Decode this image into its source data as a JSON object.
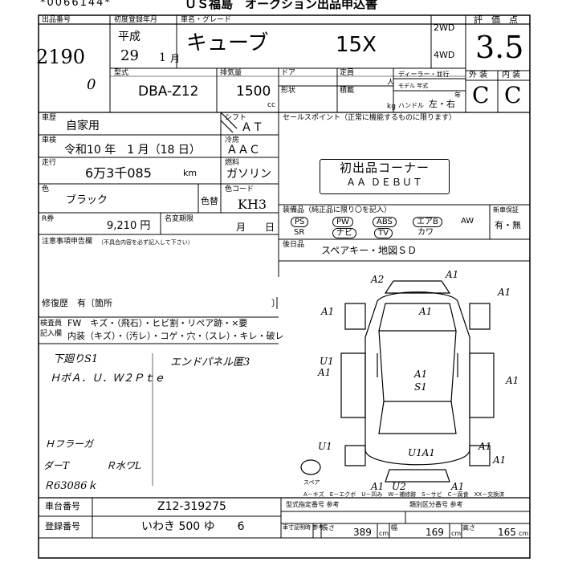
{
  "header": {
    "barcode_num": "*0066144*",
    "title_fragment": "ＵＳ福島　オークション出品申込書"
  },
  "lot": {
    "label": "出品番号",
    "number": "2190",
    "zero": "0"
  },
  "registration": {
    "label": "初度登録年月",
    "era": "平成",
    "year": "29",
    "month": "1",
    "month_unit": "月"
  },
  "car": {
    "name_label": "車名・グレード",
    "name": "キューブ",
    "grade": "15X",
    "drive_2wd": "2WD",
    "drive_4wd": "4WD"
  },
  "score": {
    "label": "評　価　点",
    "value": "3.5",
    "exterior_label": "外 装",
    "interior_label": "内 装",
    "exterior": "C",
    "interior": "C"
  },
  "model": {
    "label": "型式",
    "value": "DBA-Z12",
    "cc_label": "排気量",
    "cc_value": "1500",
    "cc_unit": "cc",
    "door_label": "ドア",
    "shape_label": "形状",
    "capacity_label": "定員",
    "capacity_unit": "人",
    "load_label": "積載",
    "load_unit": "kg",
    "dealer_label": "ディーラー・並行",
    "model_year_label": "モデル 年式",
    "year_unit": "年",
    "handle_label": "ハンドル",
    "handle_value": "左・右"
  },
  "usage": {
    "label": "車歴",
    "value": "自家用"
  },
  "shift": {
    "label": "シフト",
    "value": "ＡＴ"
  },
  "inspection": {
    "label": "車検",
    "value": "令和10 年　1 月（18 日）"
  },
  "aircon": {
    "label": "冷房",
    "value": "ＡＡＣ"
  },
  "mileage": {
    "label": "走行",
    "value": "6万3千085",
    "unit": "km"
  },
  "fuel": {
    "label": "燃料",
    "value": "ガソリン"
  },
  "color": {
    "label": "色",
    "value": "ブラック",
    "change_label": "色替",
    "code_label": "色コード",
    "code_value": "KH3"
  },
  "sales_point": {
    "label": "セールスポイント（正常に機能するものに限ります）",
    "stamp_line1": "初出品コーナー",
    "stamp_line2": "ＡＡ ＤＥＢＵＴ"
  },
  "recycle": {
    "label": "R券",
    "value": "9,210 円",
    "deposit_label": "名変期限",
    "deposit_month": "月",
    "deposit_day": "日"
  },
  "equipment": {
    "label": "装備品（純正品に限り〇を記入）",
    "items": [
      "PS",
      "PW",
      "ABS",
      "エアB",
      "AW",
      "SR",
      "ナビ",
      "TV",
      "カワ"
    ],
    "new_car_label": "新車保証",
    "new_car_value": "有・無"
  },
  "notes": {
    "label": "注意事項申告欄",
    "sub_label": "（不具合内容を必ず記入して下さい）",
    "after_label": "後日品",
    "after_value": "スペアキー・地図ＳＤ",
    "repair_label": "修復歴　有〔箇所",
    "repair_close": "〕"
  },
  "inspector": {
    "label1": "検査員",
    "label2": "記入欄",
    "row1": "FW　キズ・（飛石）・ヒビ割・リペア跡・×要",
    "row2": "内装（キズ）・（汚レ）・コゲ・穴・（スレ）・キレ・破レ",
    "notes_left": [
      "下廻りS1",
      "ＨボＡ．Ｕ．Ｗ２Ｐｔｅ"
    ],
    "notes_right": [
      "エンドパネル匿3"
    ],
    "notes_bottom": [
      "Ｈフラーガ",
      "ダーT",
      "Ｒ水ワL",
      "Ｒ63086ｋ"
    ]
  },
  "diagram": {
    "marks": [
      "A2",
      "A1",
      "A1",
      "A1",
      "U1",
      "A1",
      "A1",
      "S1",
      "A1",
      "U1",
      "A1",
      "U1A1",
      "A1",
      "A1",
      "U2",
      "A1",
      "A1"
    ],
    "spare_label": "スペア",
    "legend": "A－キズ　E－エクボ　U－凹み　W－補修跡　S－サビ　C－腐食　XX－交換済"
  },
  "plates": {
    "chassis_label": "車台番号",
    "chassis_value": "Z12-319275",
    "reg_label": "登録番号",
    "reg_value": "いわき 500 ゆ　　6",
    "cert_label": "型式指定番号 参考",
    "class_label": "類別区分番号 参考",
    "size_label": "車寸証明時 参考",
    "length_label": "長さ",
    "length_value": "389",
    "length_unit": "cm",
    "width_label": "幅",
    "width_value": "169",
    "width_unit": "cm",
    "height_label": "高さ",
    "height_value": "165",
    "height_unit": "cm"
  }
}
